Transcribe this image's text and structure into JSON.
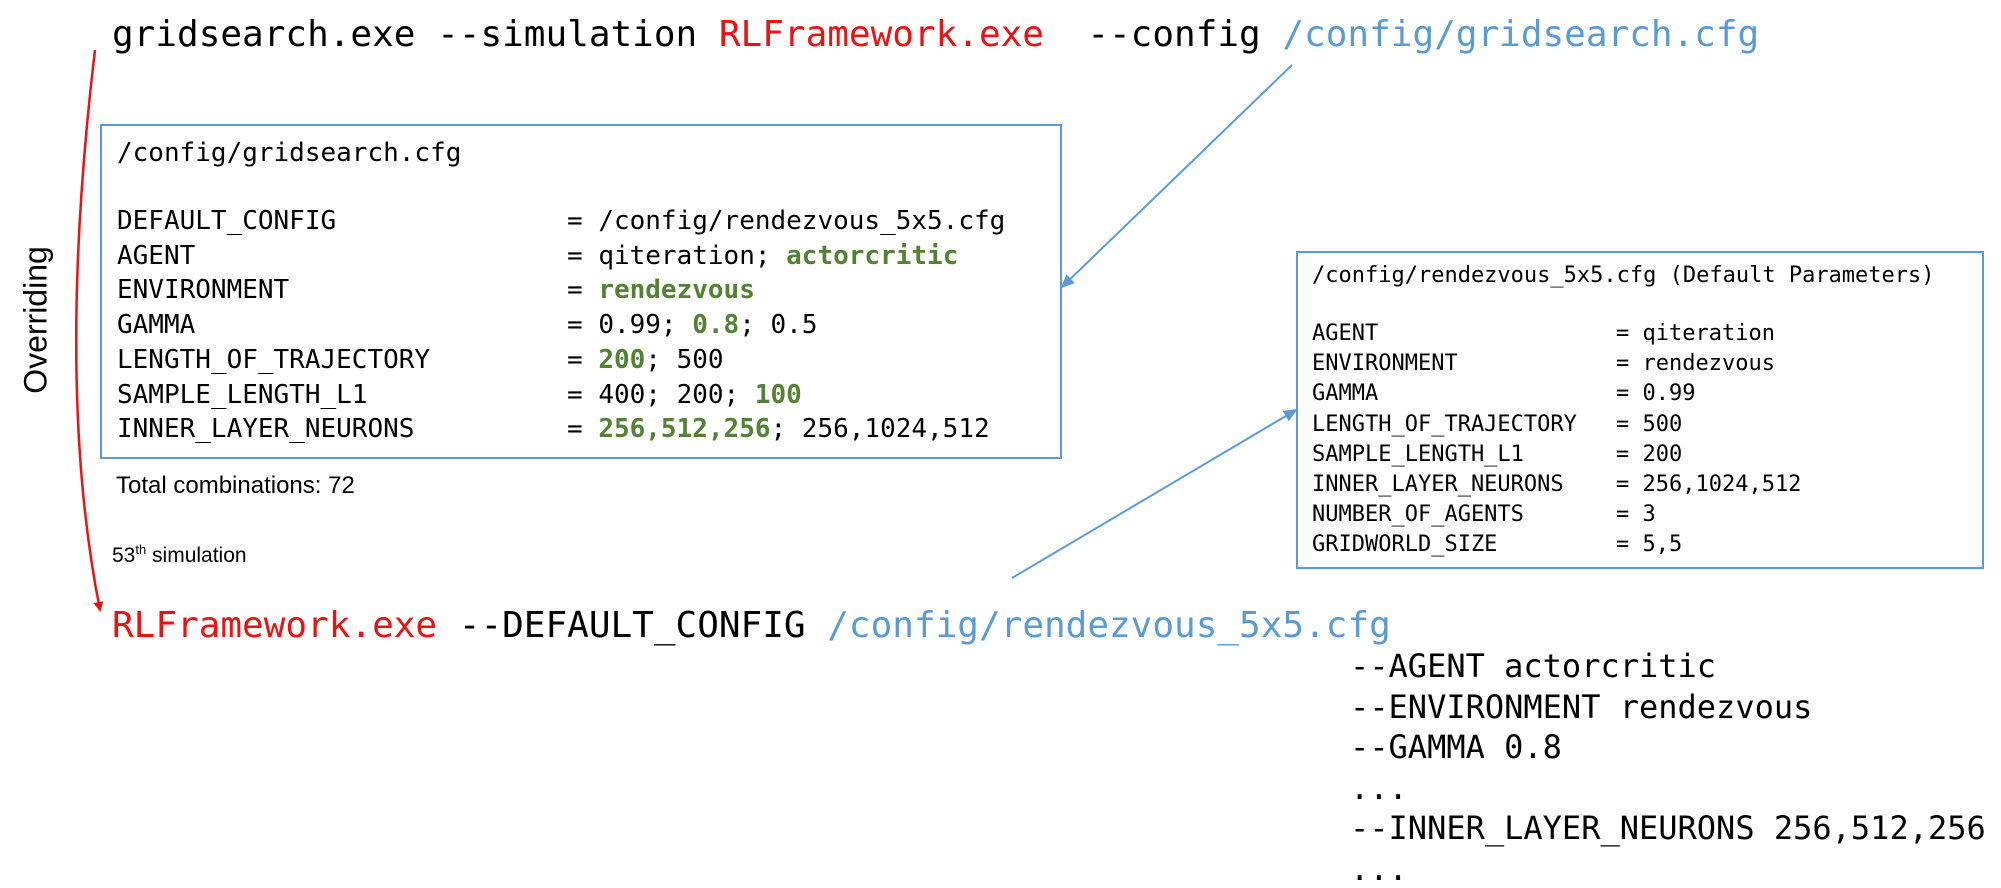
{
  "top_command": {
    "part1": "gridsearch.exe --simulation ",
    "exe": "RLFramework.exe",
    "part2": "  --config ",
    "config": "/config/gridsearch.cfg",
    "colors": {
      "exe": "#ee1111",
      "config": "#5b9bd5"
    }
  },
  "gridsearch_box": {
    "title": "/config/gridsearch.cfg",
    "rows": [
      {
        "key": "DEFAULT_CONFIG",
        "eq": "= ",
        "parts": [
          {
            "text": "/config/rendezvous_5x5.cfg",
            "highlight": false
          }
        ]
      },
      {
        "key": "AGENT",
        "eq": "= ",
        "parts": [
          {
            "text": "qiteration; ",
            "highlight": false
          },
          {
            "text": "actorcritic",
            "highlight": true
          }
        ]
      },
      {
        "key": "ENVIRONMENT",
        "eq": "= ",
        "parts": [
          {
            "text": "rendezvous",
            "highlight": true
          }
        ]
      },
      {
        "key": "GAMMA",
        "eq": "= ",
        "parts": [
          {
            "text": "0.99; ",
            "highlight": false
          },
          {
            "text": "0.8",
            "highlight": true
          },
          {
            "text": "; 0.5",
            "highlight": false
          }
        ]
      },
      {
        "key": "LENGTH_OF_TRAJECTORY",
        "eq": "= ",
        "parts": [
          {
            "text": "200",
            "highlight": true
          },
          {
            "text": "; 500",
            "highlight": false
          }
        ]
      },
      {
        "key": "SAMPLE_LENGTH_L1",
        "eq": "= ",
        "parts": [
          {
            "text": "400; 200; ",
            "highlight": false
          },
          {
            "text": "100",
            "highlight": true
          }
        ]
      },
      {
        "key": "INNER_LAYER_NEURONS",
        "eq": "= ",
        "parts": [
          {
            "text": "256,512,256",
            "highlight": true
          },
          {
            "text": "; 256,1024,512",
            "highlight": false
          }
        ]
      }
    ],
    "highlight_color": "#548235"
  },
  "total_combinations": "Total combinations: 72",
  "simulation_label": {
    "number": "53",
    "suffix": "th",
    "rest": " simulation"
  },
  "overriding_label": "Overriding",
  "default_box": {
    "title": "/config/rendezvous_5x5.cfg (Default Parameters)",
    "rows": [
      {
        "key": "AGENT",
        "value": "= qiteration"
      },
      {
        "key": "ENVIRONMENT",
        "value": "= rendezvous"
      },
      {
        "key": "GAMMA",
        "value": "= 0.99"
      },
      {
        "key": "LENGTH_OF_TRAJECTORY",
        "value": "= 500"
      },
      {
        "key": "SAMPLE_LENGTH_L1",
        "value": "= 200"
      },
      {
        "key": "INNER_LAYER_NEURONS",
        "value": "= 256,1024,512"
      },
      {
        "key": "NUMBER_OF_AGENTS",
        "value": "= 3"
      },
      {
        "key": "GRIDWORLD_SIZE",
        "value": "= 5,5"
      }
    ]
  },
  "bottom_command": {
    "exe": "RLFramework.exe",
    "part1": " --DEFAULT_CONFIG ",
    "config": "/config/rendezvous_5x5.cfg",
    "args": [
      "--AGENT actorcritic",
      "--ENVIRONMENT rendezvous",
      "--GAMMA 0.8",
      "...",
      "--INNER_LAYER_NEURONS 256,512,256",
      "..."
    ]
  },
  "arrow_colors": {
    "override": "#ee1111",
    "link": "#5b9bd5"
  }
}
